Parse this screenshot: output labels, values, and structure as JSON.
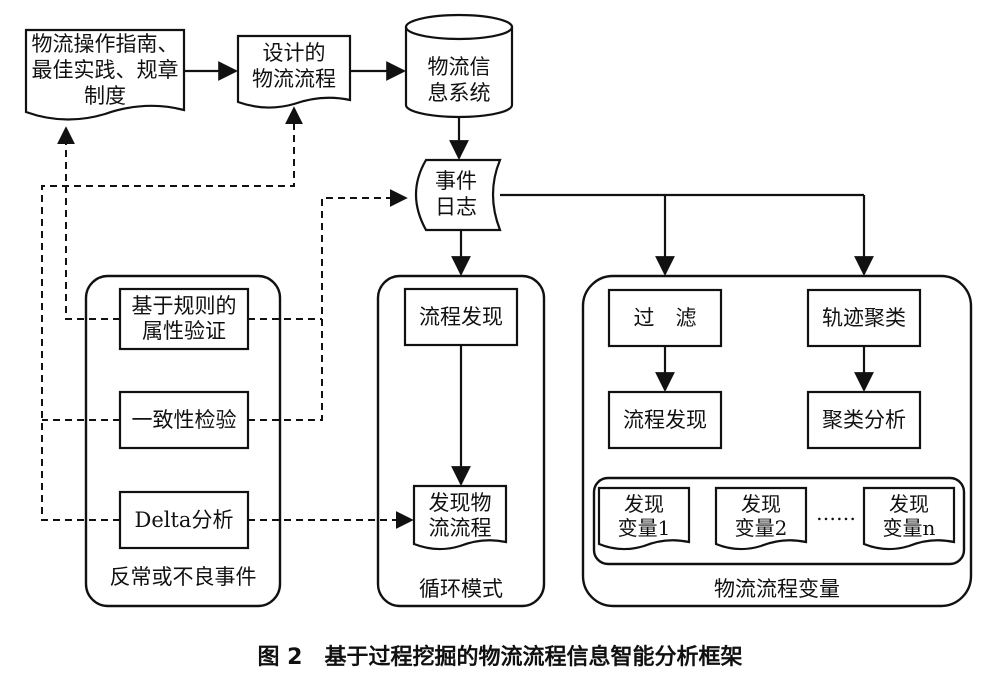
{
  "nodes": {
    "guide": [
      "物流操作指南、",
      "最佳实践、规章",
      "制度"
    ],
    "designed": [
      "设计的",
      "物流流程"
    ],
    "infosys": [
      "物流信",
      "息系统"
    ],
    "eventlog": [
      "事件",
      "日志"
    ],
    "rule_check": [
      "基于规则的",
      "属性验证"
    ],
    "conformance": "一致性检验",
    "delta": "Delta分析",
    "discovery1": "流程发现",
    "found_flow": [
      "发现物",
      "流流程"
    ],
    "filter": "过　滤",
    "trace_cluster": "轨迹聚类",
    "discovery2": "流程发现",
    "cluster_analysis": "聚类分析",
    "variant1": [
      "发现",
      "变量1"
    ],
    "variant2": [
      "发现",
      "变量2"
    ],
    "variantn": [
      "发现",
      "变量n"
    ],
    "ellipsis": "……"
  },
  "groups": {
    "anomaly": "反常或不良事件",
    "loop": "循环模式",
    "variants": "物流流程变量"
  },
  "caption": {
    "number": "图 2",
    "title": "基于过程挖掘的物流流程信息智能分析框架"
  }
}
